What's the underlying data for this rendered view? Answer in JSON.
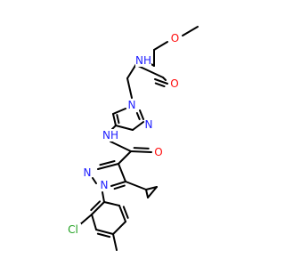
{
  "colors": {
    "background": "#ffffff",
    "bond": "#000000",
    "oxygen": "#ff0d0d",
    "nitrogen": "#2020ff",
    "chlorine": "#1fa01f"
  },
  "labels": {
    "o_methoxy": "O",
    "nh_amide_top": "NH",
    "o_amide_top": "O",
    "n_pyrazole_top_1": "N",
    "n_pyrazole_top_2": "N",
    "nh_amide_mid": "NH",
    "o_amide_mid": "O",
    "n_pyrazole_bottom_1": "N",
    "n_pyrazole_bottom_2": "N",
    "cl": "Cl"
  }
}
